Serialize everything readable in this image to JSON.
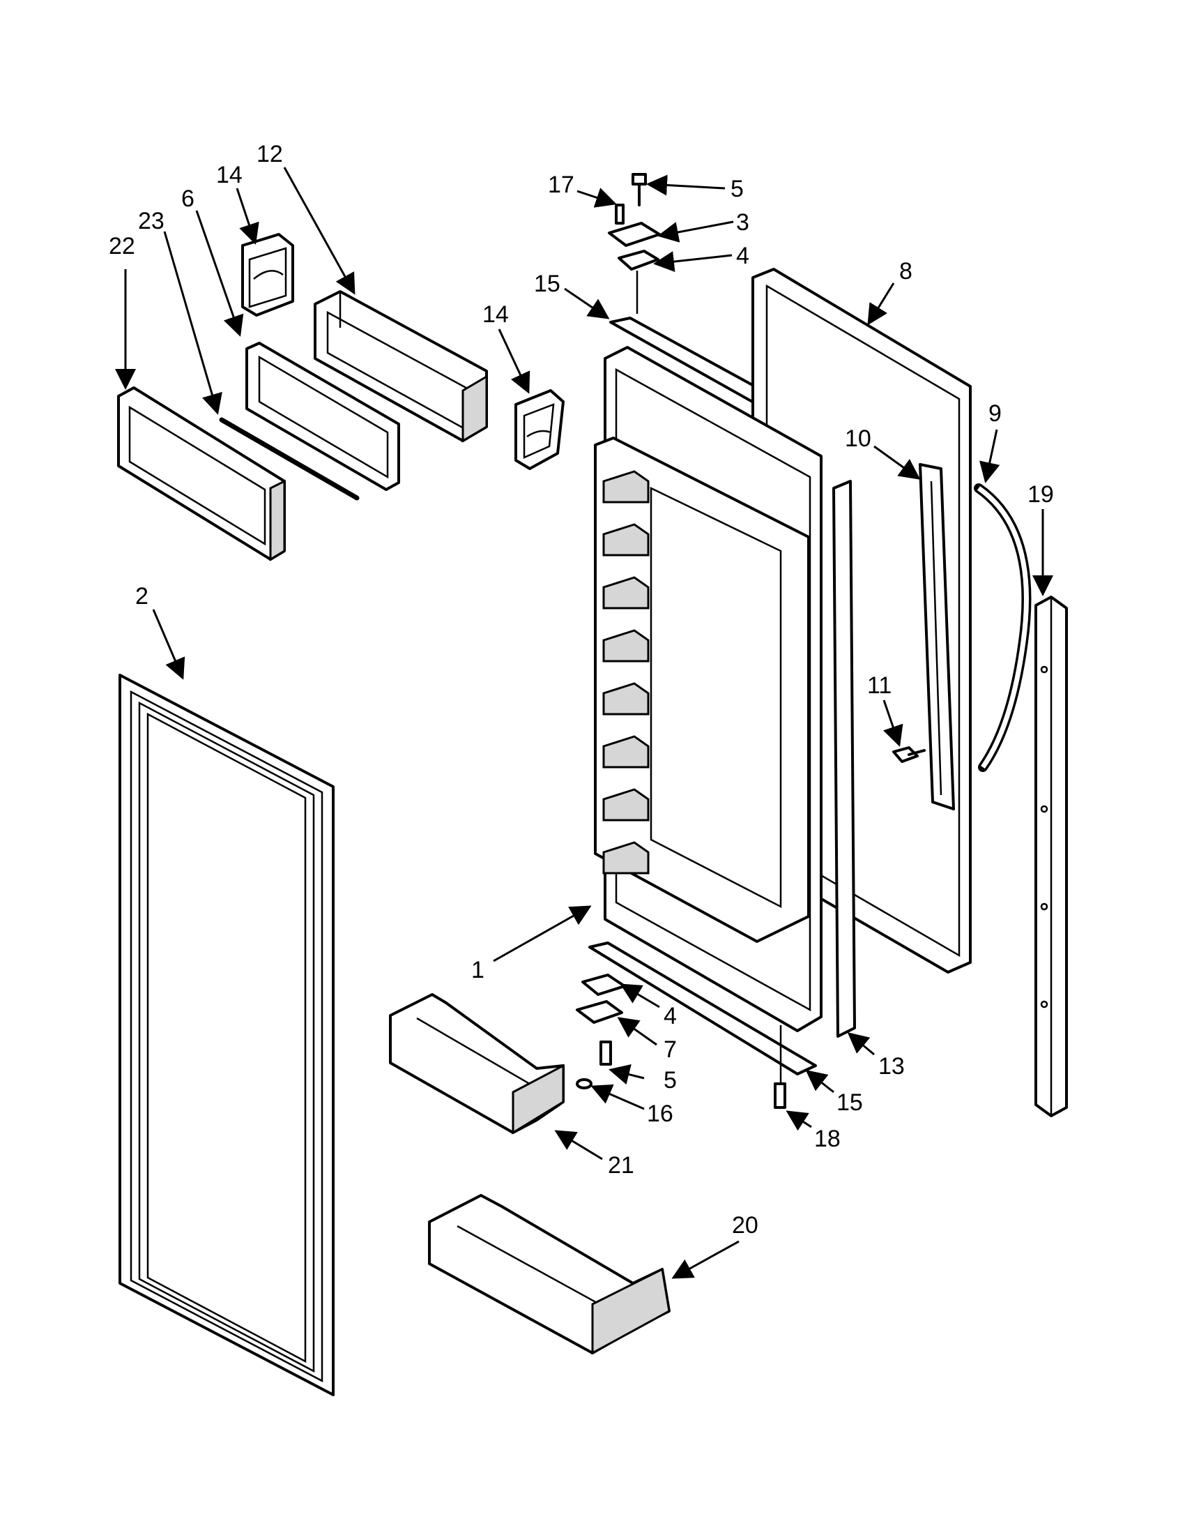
{
  "callouts": {
    "c1": "1",
    "c2": "2",
    "c3": "3",
    "c4a": "4",
    "c4b": "4",
    "c5a": "5",
    "c5b": "5",
    "c6": "6",
    "c7": "7",
    "c8": "8",
    "c9": "9",
    "c10": "10",
    "c11": "11",
    "c12": "12",
    "c13": "13",
    "c14a": "14",
    "c14b": "14",
    "c15a": "15",
    "c15b": "15",
    "c16": "16",
    "c17": "17",
    "c18": "18",
    "c19": "19",
    "c20": "20",
    "c21": "21",
    "c22": "22",
    "c23": "23"
  },
  "colors": {
    "line": "#000000",
    "background": "#ffffff",
    "shade": "#d6d6d6"
  }
}
